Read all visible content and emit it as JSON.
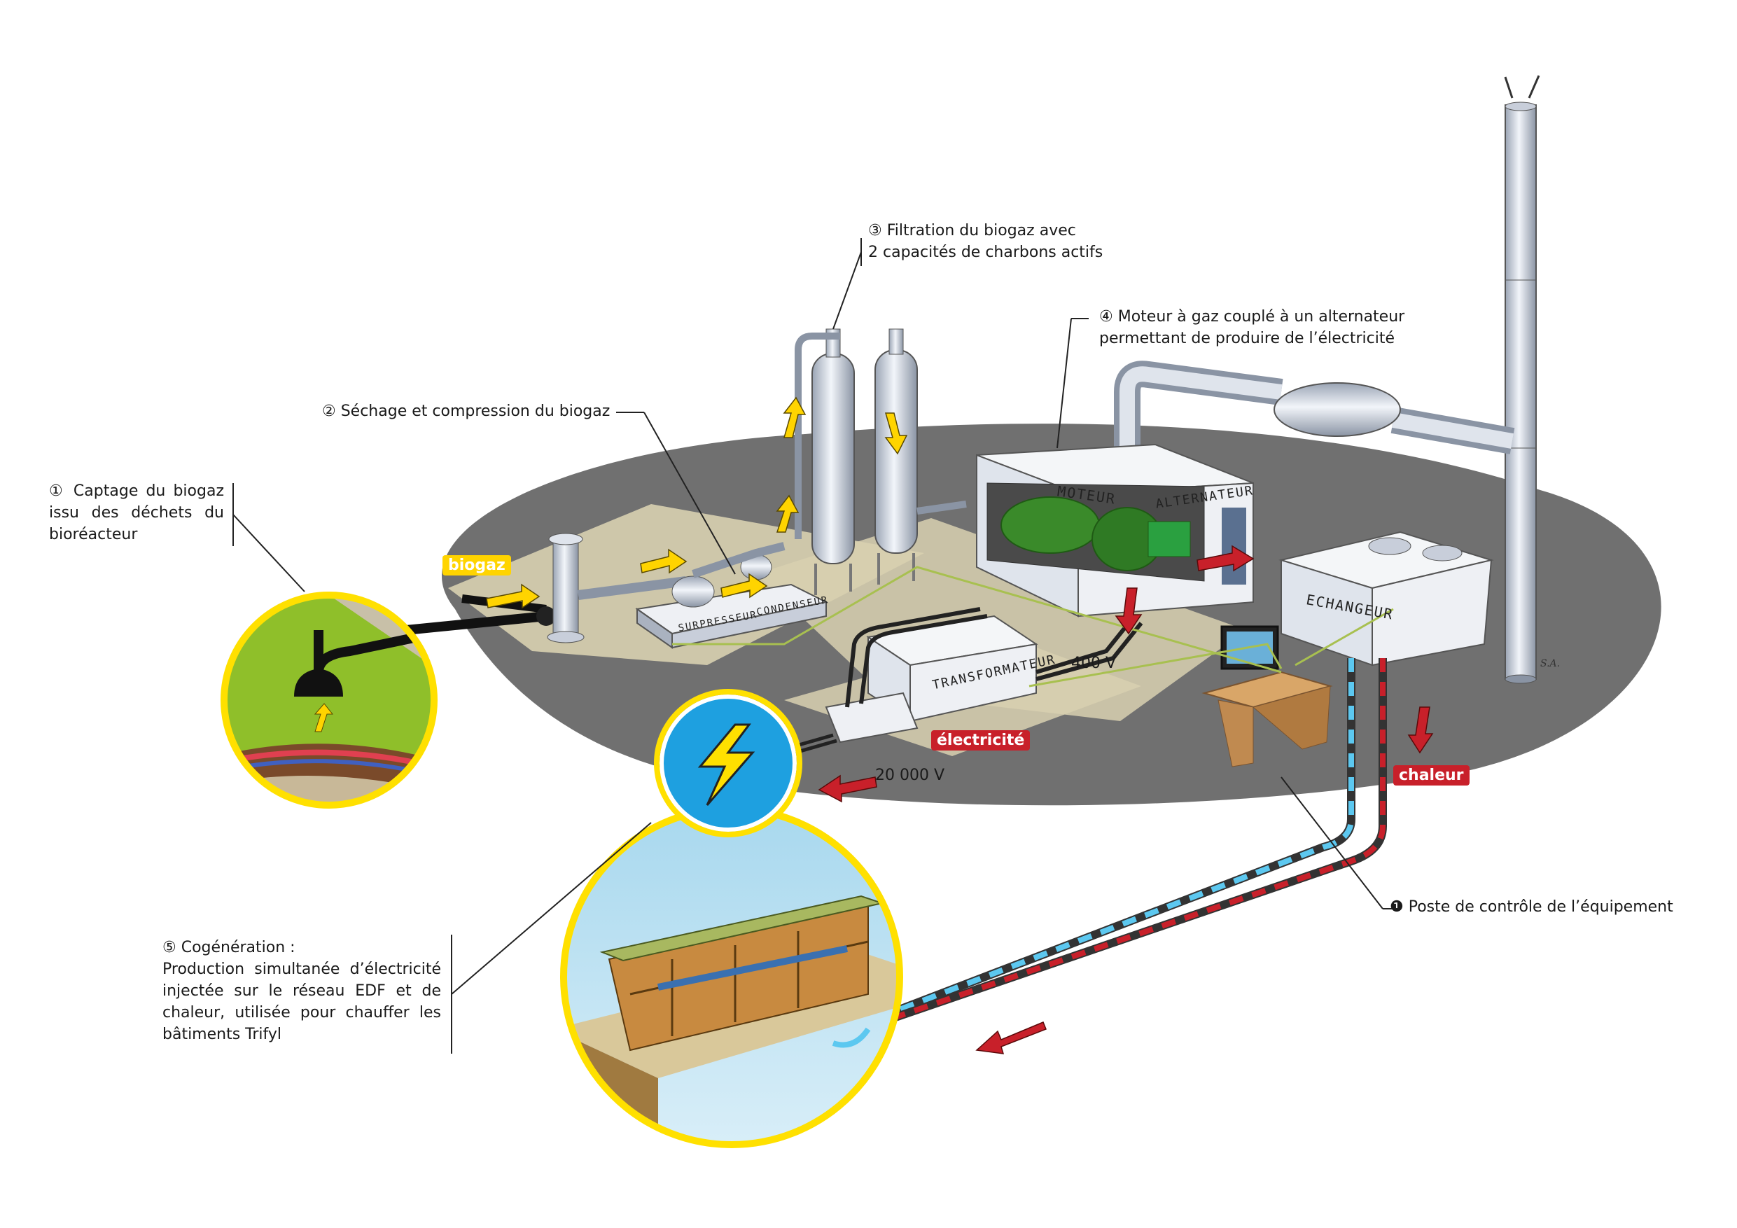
{
  "colors": {
    "ground_dark": "#707070",
    "ground_pad": "#d8d0b0",
    "biogas_arrow": "#ffd400",
    "heat_red": "#c8202a",
    "cold_blue": "#5cc8f0",
    "grass": "#8fbf2a",
    "badge_blue": "#1ea0e0",
    "circle_border": "#ffe000",
    "machine_green": "#3a8a2a"
  },
  "callouts": {
    "c1": [
      "① Captage du biogaz",
      "issu des déchets du",
      "bioréacteur"
    ],
    "c2": [
      "② Séchage et compression du biogaz"
    ],
    "c3": [
      "③ Filtration du biogaz avec",
      "2 capacités de charbons actifs"
    ],
    "c4": [
      "④ Moteur à gaz couplé à un alternateur",
      "permettant de produire de l’électricité"
    ],
    "c5": [
      "⑤ Cogénération :",
      "Production simultanée d’électricité",
      "injectée sur le réseau EDF et de",
      "chaleur, utilisée pour chauffer les",
      "bâtiments Trifyl"
    ],
    "c0": [
      "❶ Poste de contrôle de l’équipement"
    ]
  },
  "equipment_labels": {
    "surpresseur": "SURPRESSEUR",
    "condenseur": "CONDENSEUR",
    "moteur": "MOTEUR",
    "alternateur": "ALTERNATEUR",
    "transformateur": "TRANSFORMATEUR",
    "echangeur": "ECHANGEUR"
  },
  "flow_labels": {
    "biogaz": "biogaz",
    "electricite": "électricité",
    "chaleur": "chaleur",
    "v400": "400 V",
    "v20000": "20 000 V"
  },
  "icons": {
    "lightning": "lightning-bolt-icon"
  }
}
